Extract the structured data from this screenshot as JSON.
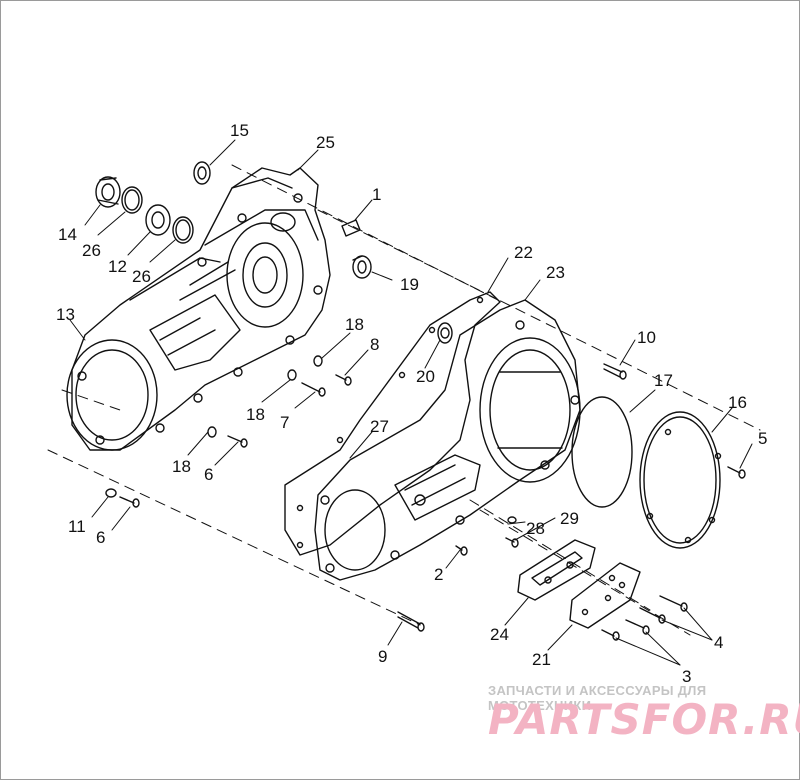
{
  "diagram": {
    "callouts": [
      "1",
      "2",
      "3",
      "4",
      "5",
      "6",
      "6",
      "7",
      "8",
      "9",
      "10",
      "11",
      "12",
      "13",
      "14",
      "15",
      "16",
      "17",
      "18",
      "18",
      "18",
      "19",
      "20",
      "21",
      "22",
      "23",
      "24",
      "25",
      "26",
      "26",
      "27",
      "28",
      "29"
    ]
  },
  "watermark": {
    "tagline": "ЗАПЧАСТИ И АКСЕССУАРЫ ДЛЯ МОТОТЕХНИКИ",
    "brand": "PARTSFOR.RU",
    "brand_color": "#f3b3c3"
  }
}
